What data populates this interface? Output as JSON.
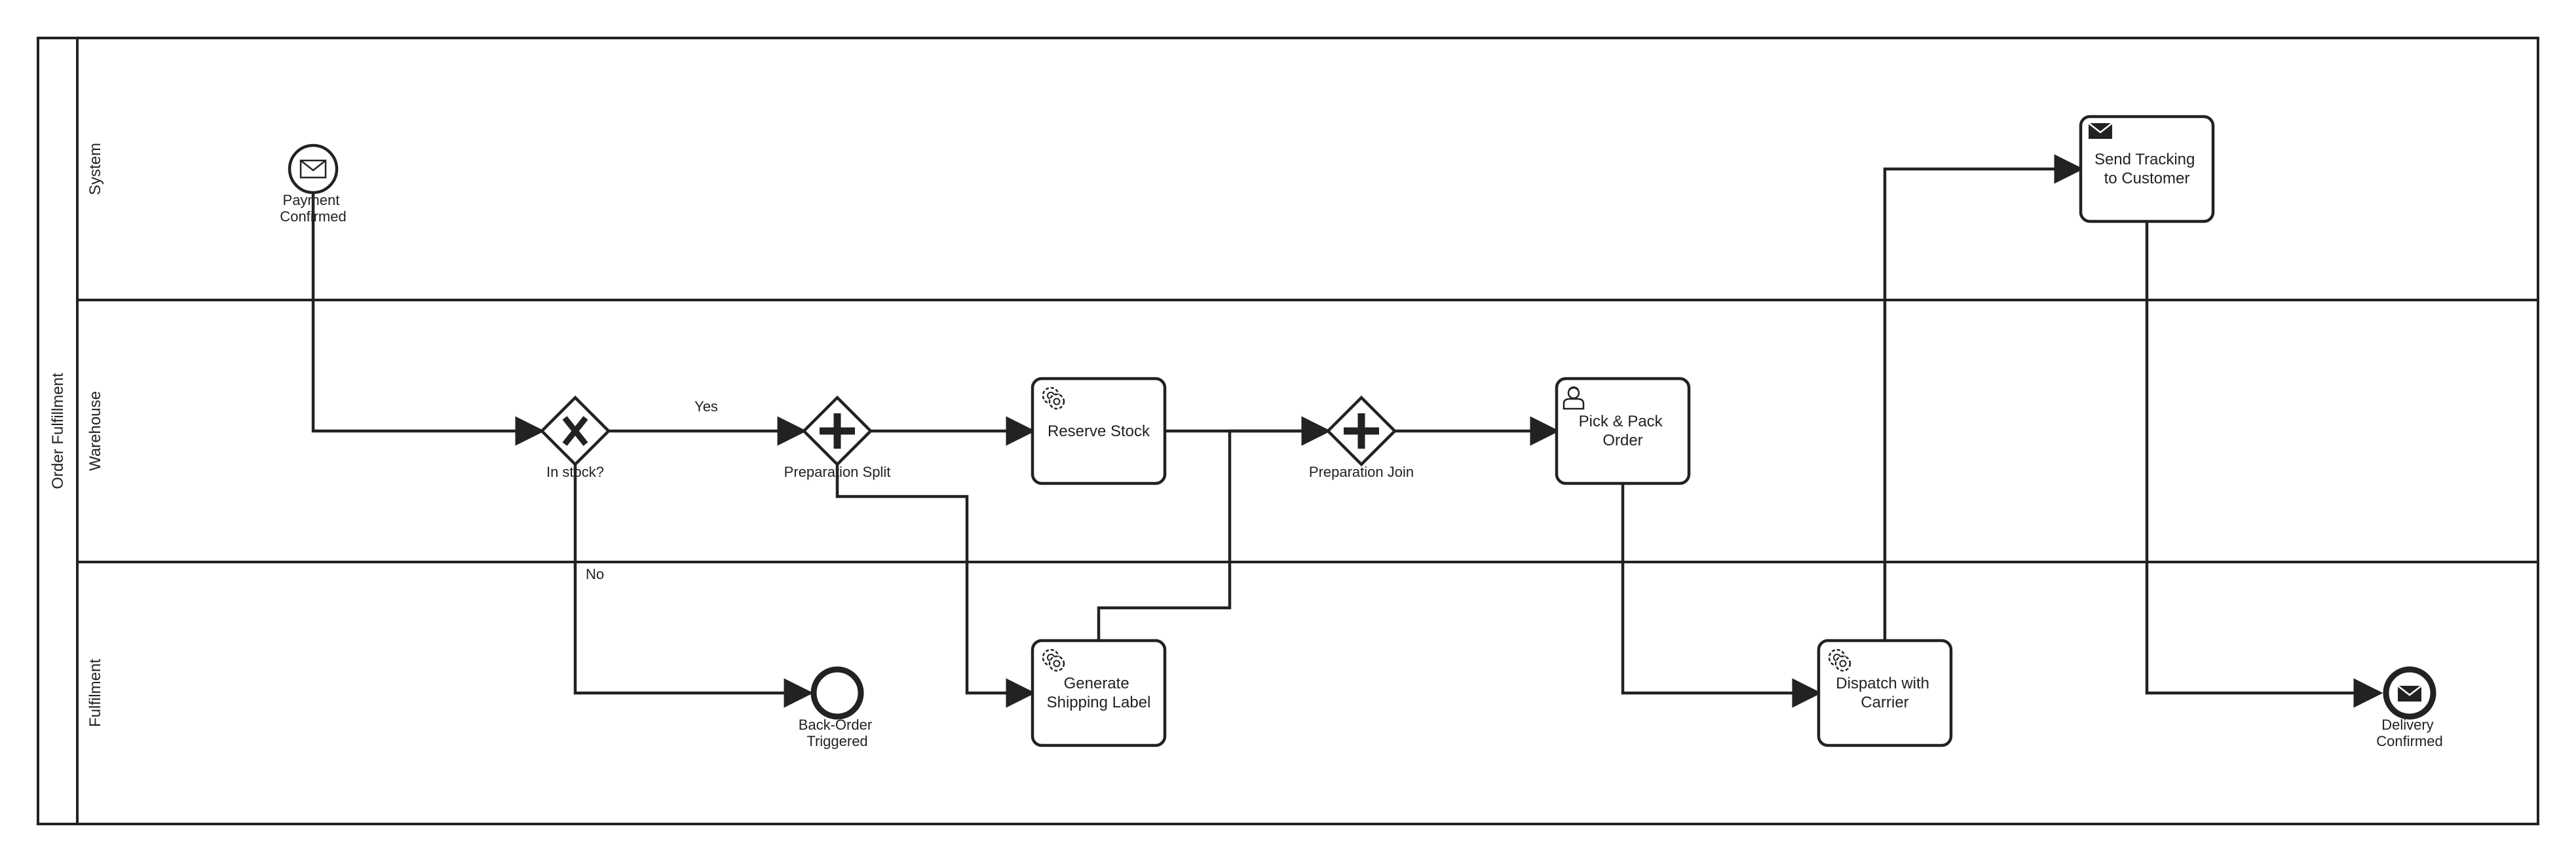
{
  "pool": {
    "label": "Order Fulfillment"
  },
  "lanes": [
    {
      "id": "system",
      "label": "System"
    },
    {
      "id": "warehouse",
      "label": "Warehouse"
    },
    {
      "id": "fulfilment",
      "label": "Fulfilment"
    }
  ],
  "events": [
    {
      "id": "payment-confirmed",
      "type": "message-start",
      "label_lines": [
        "Payment",
        "Confirmed"
      ]
    },
    {
      "id": "back-order-triggered",
      "type": "end",
      "label_lines": [
        "Back-Order",
        "Triggered"
      ]
    },
    {
      "id": "delivery-confirmed",
      "type": "message-end",
      "label_lines": [
        "Delivery",
        "Confirmed"
      ]
    }
  ],
  "gateways": [
    {
      "id": "in-stock",
      "type": "exclusive",
      "label": "In stock?"
    },
    {
      "id": "preparation-split",
      "type": "parallel",
      "label": "Preparation Split"
    },
    {
      "id": "preparation-join",
      "type": "parallel",
      "label": "Preparation Join"
    }
  ],
  "tasks": [
    {
      "id": "reserve-stock",
      "type": "service",
      "label_lines": [
        "Reserve Stock"
      ]
    },
    {
      "id": "generate-shipping-label",
      "type": "service",
      "label_lines": [
        "Generate",
        "Shipping Label"
      ]
    },
    {
      "id": "pick-pack-order",
      "type": "user",
      "label_lines": [
        "Pick & Pack",
        "Order"
      ]
    },
    {
      "id": "dispatch-with-carrier",
      "type": "service",
      "label_lines": [
        "Dispatch with",
        "Carrier"
      ]
    },
    {
      "id": "send-tracking",
      "type": "send",
      "label_lines": [
        "Send Tracking",
        "to Customer"
      ]
    }
  ],
  "flow_labels": {
    "yes": "Yes",
    "no": "No"
  },
  "icons": {
    "message-start": "envelope-outline-icon",
    "message-end": "envelope-filled-icon",
    "service": "gear-icon",
    "user": "user-icon",
    "send": "envelope-filled-icon",
    "exclusive": "x-marker-icon",
    "parallel": "plus-marker-icon"
  }
}
